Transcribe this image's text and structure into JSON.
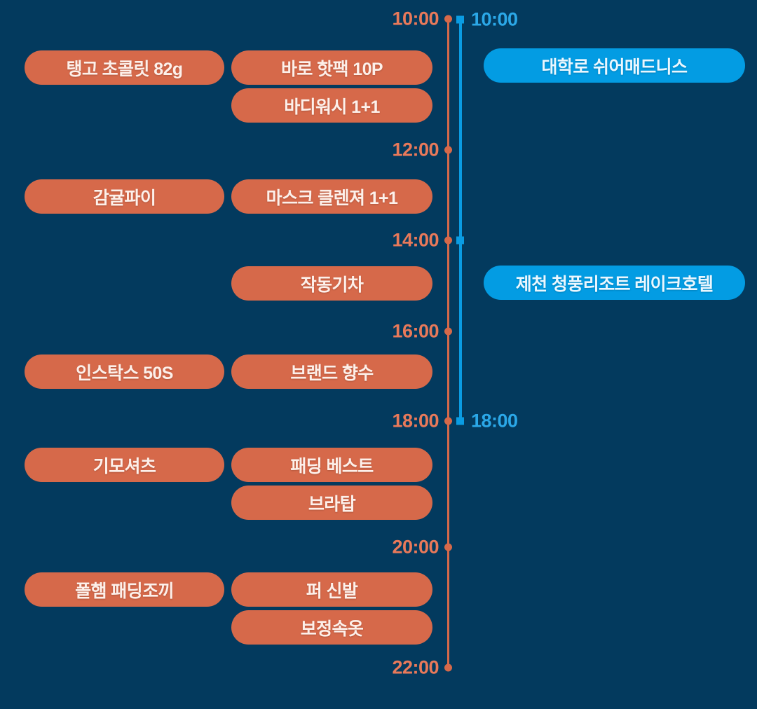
{
  "theme": {
    "background": "#033a5e",
    "orange": "#d6694a",
    "orange_label": "#e8795a",
    "blue": "#039ce3",
    "blue_label": "#2ba8e8",
    "pill_text": "#fdf0ea"
  },
  "timelines": {
    "orange": {
      "name": "product-timeline",
      "ticks": [
        "10:00",
        "12:00",
        "14:00",
        "16:00",
        "18:00",
        "20:00",
        "22:00"
      ]
    },
    "blue": {
      "name": "venue-timeline",
      "ticks": [
        "10:00",
        "18:00"
      ]
    }
  },
  "columns": {
    "col1": {
      "name": "product-column-1",
      "items": [
        "탱고 초콜릿 82g",
        "감귤파이",
        "인스탁스 50S",
        "기모셔츠",
        "폴햄 패딩조끼"
      ]
    },
    "col2": {
      "name": "product-column-2",
      "items": [
        "바로 핫팩 10P",
        "바디워시 1+1",
        "마스크 클렌져 1+1",
        "작동기차",
        "브랜드 향수",
        "패딩 베스트",
        "브라탑",
        "퍼 신발",
        "보정속옷"
      ]
    },
    "col3": {
      "name": "venue-column",
      "items": [
        "대학로 쉬어매드니스",
        "제천 청풍리조트 레이크호텔"
      ]
    }
  }
}
